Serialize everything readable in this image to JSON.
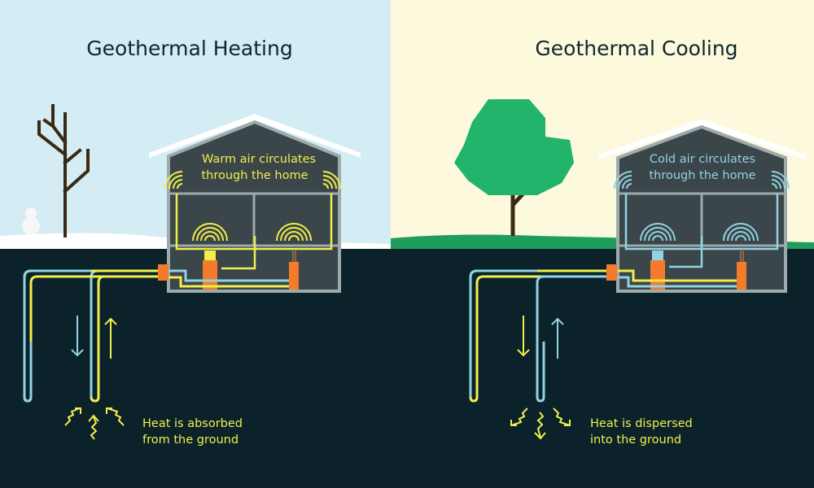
{
  "heating": {
    "title": "Geothermal Heating",
    "house_caption_line1": "Warm air circulates",
    "house_caption_line2": "through the home",
    "ground_caption_line1": "Heat is absorbed",
    "ground_caption_line2": "from the ground"
  },
  "cooling": {
    "title": "Geothermal Cooling",
    "house_caption_line1": "Cold air circulates",
    "house_caption_line2": "through the home",
    "ground_caption_line1": "Heat is dispersed",
    "ground_caption_line2": "into the ground"
  },
  "colors": {
    "sky_winter": "#d4ecf3",
    "sky_summer": "#fcf9dc",
    "ground": "#0b222b",
    "warm": "#f1ee4c",
    "cold": "#92d2e2",
    "unit": "#f47b2b",
    "tree": "#22b46a"
  }
}
